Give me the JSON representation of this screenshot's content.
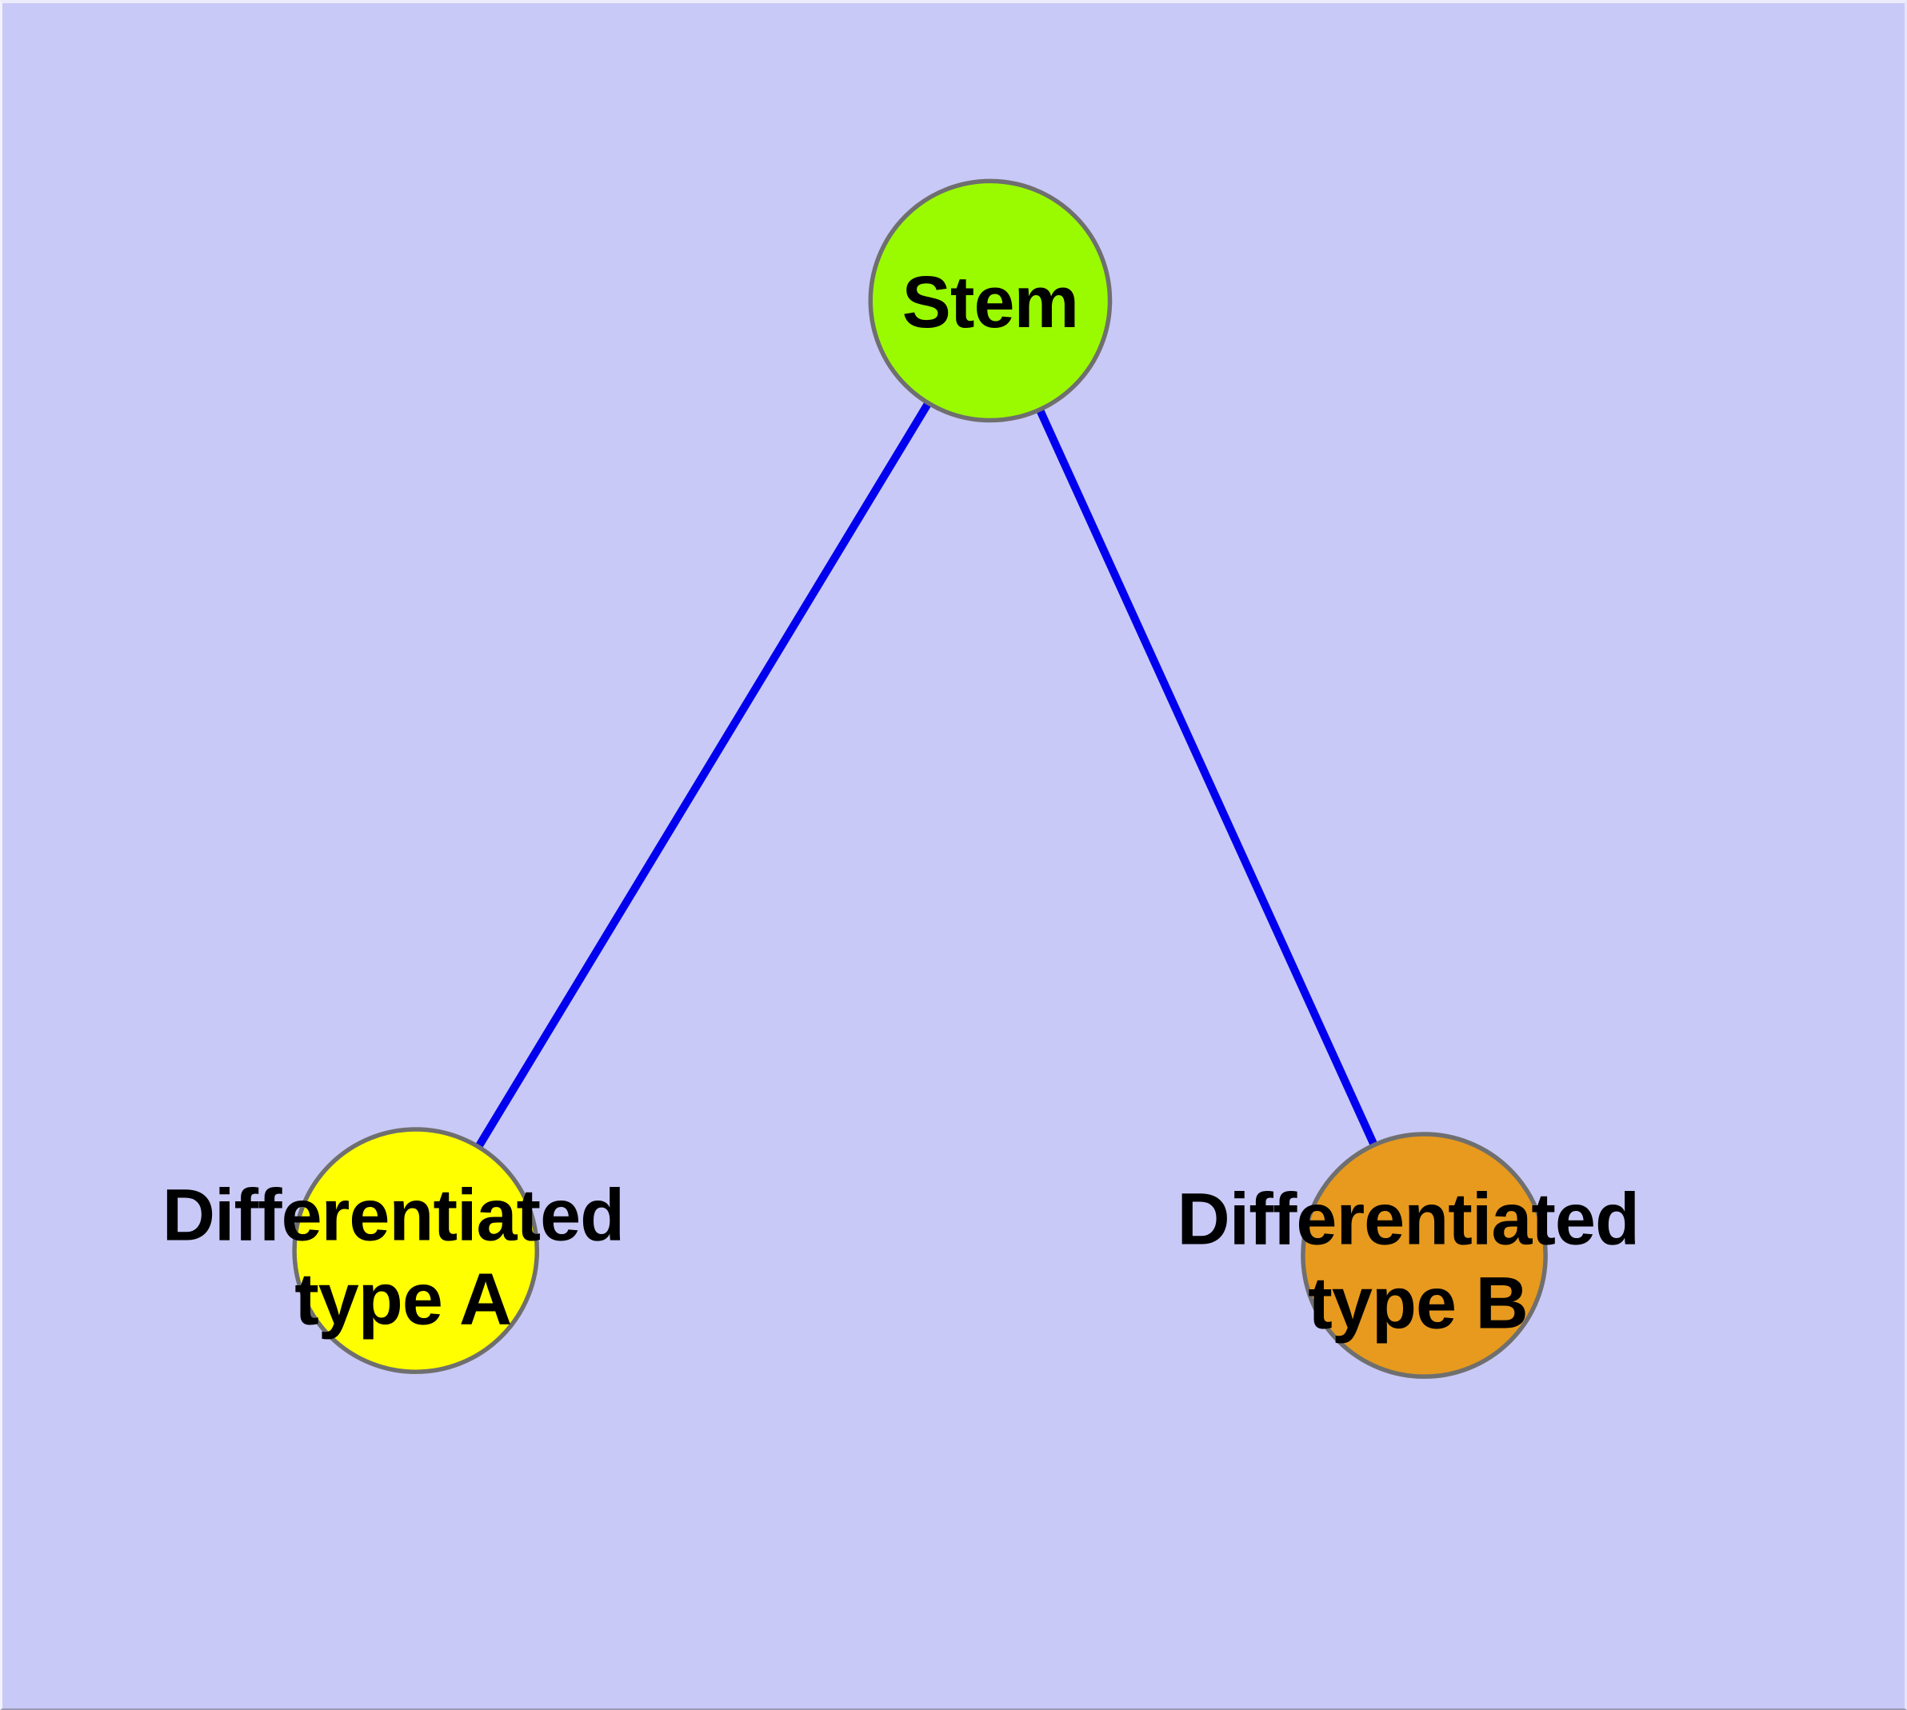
{
  "diagram": {
    "background_color": "#c9c9f7",
    "edge_color": "#0000ee",
    "node_border_color": "#6f6f6f",
    "label_color": "#000000",
    "nodes": [
      {
        "id": "stem",
        "label": "Stem",
        "fill": "#9afb00"
      },
      {
        "id": "differentiated-type-a",
        "label": "Differentiated type A",
        "line1": "Differentiated",
        "line2": "type A",
        "fill": "#ffff00"
      },
      {
        "id": "differentiated-type-b",
        "label": "Differentiated type B",
        "line1": "Differentiated",
        "line2": "type B",
        "fill": "#e79a1d"
      }
    ],
    "edges": [
      {
        "from": "Stem",
        "to": "Differentiated type A"
      },
      {
        "from": "Stem",
        "to": "Differentiated type B"
      }
    ]
  }
}
